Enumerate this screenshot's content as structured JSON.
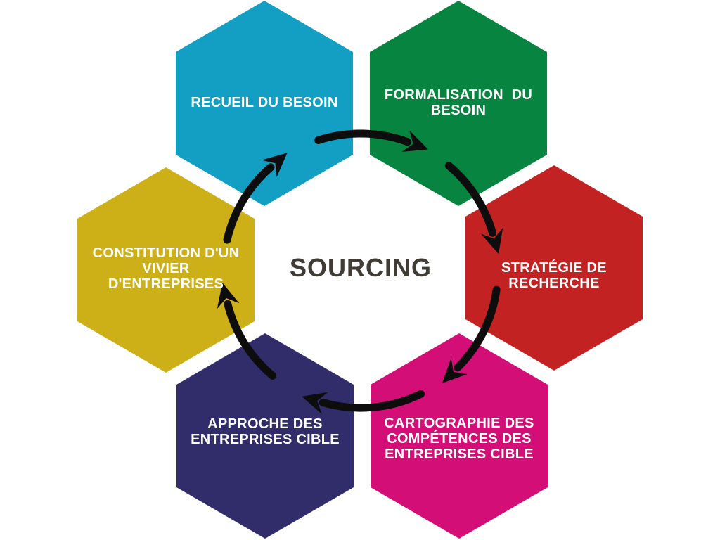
{
  "title": "SOURCING",
  "title_color": "#403B35",
  "background_color": "#FFFFFF",
  "arrow_color": "#0D0D0D",
  "steps": [
    {
      "id": "recueil-du-besoin",
      "label": "RECUEIL DU BESOIN",
      "color": "#129FC3"
    },
    {
      "id": "formalisation-du-besoin",
      "label": "FORMALISATION  DU\nBESOIN",
      "color": "#078540"
    },
    {
      "id": "strategie-de-recherche",
      "label": "STRATÉGIE DE\nRECHERCHE",
      "color": "#C32222"
    },
    {
      "id": "cartographie-des-competences",
      "label": "CARTOGRAPHIE DES\nCOMPÉTENCES DES\nENTREPRISES CIBLE",
      "color": "#D30E76"
    },
    {
      "id": "approche-des-entreprises",
      "label": "APPROCHE DES\nENTREPRISES CIBLE",
      "color": "#312D6B"
    },
    {
      "id": "constitution-vivier",
      "label": "CONSTITUTION D'UN\nVIVIER\nD'ENTREPRISES",
      "color": "#CDB017"
    }
  ],
  "cycle_order": [
    "recueil-du-besoin",
    "formalisation-du-besoin",
    "strategie-de-recherche",
    "cartographie-des-competences",
    "approche-des-entreprises",
    "constitution-vivier"
  ]
}
